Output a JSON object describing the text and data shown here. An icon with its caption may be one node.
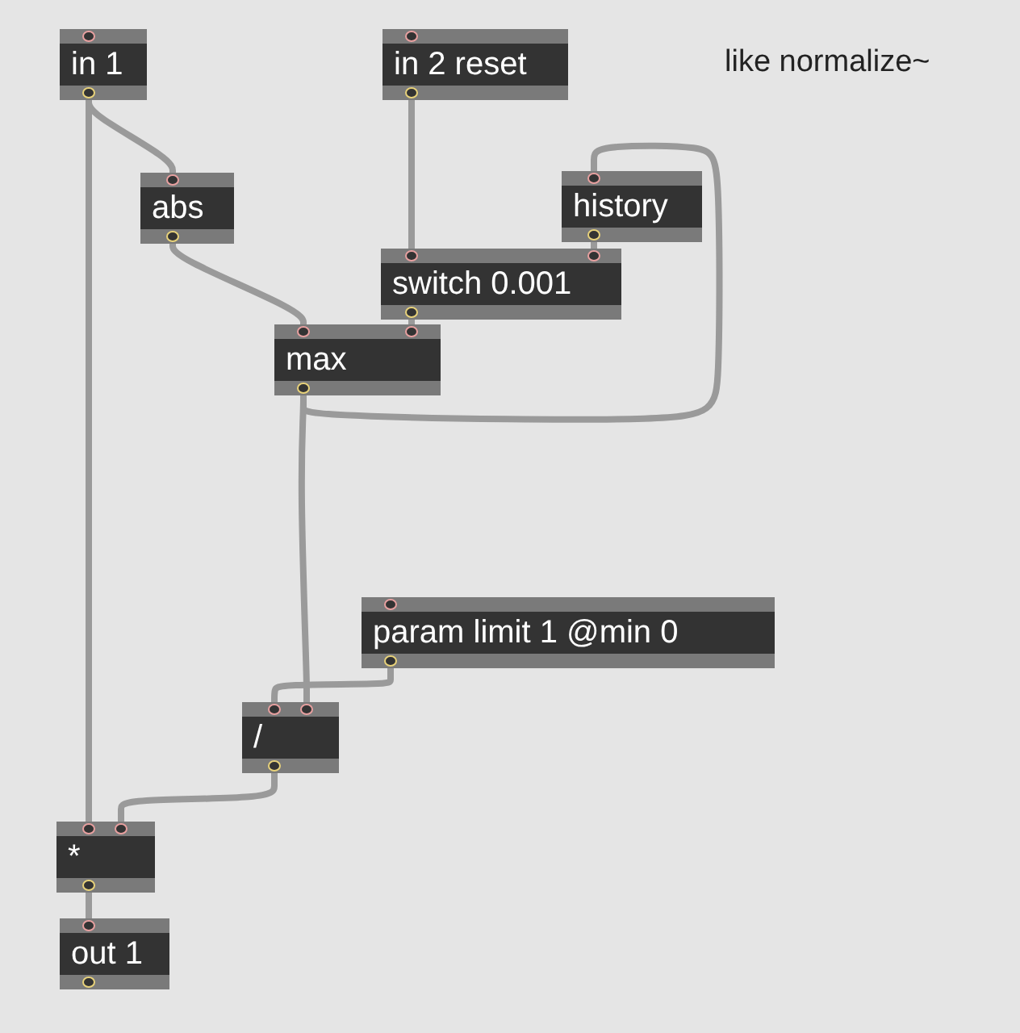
{
  "diagram": {
    "nodes": [
      {
        "text": [
          "in 1"
        ]
      },
      {
        "text": [
          "in 2 reset"
        ]
      },
      {
        "text": [
          "abs"
        ]
      },
      {
        "text": [
          "history"
        ]
      },
      {
        "text": [
          "switch 0.001"
        ]
      },
      {
        "text": [
          "max"
        ]
      },
      {
        "text": [
          "param limit 1 @min 0"
        ]
      },
      {
        "text": [
          "/"
        ]
      },
      {
        "text": [
          "*"
        ]
      },
      {
        "text": [
          "out 1"
        ]
      }
    ],
    "edges": [
      {
        "from": 0,
        "to": 2,
        "arrow": "none"
      },
      {
        "from": 0,
        "to": 8,
        "arrow": "none"
      },
      {
        "from": 1,
        "to": 4,
        "arrow": "none"
      },
      {
        "from": 3,
        "to": 4,
        "arrow": "none"
      },
      {
        "from": 2,
        "to": 5,
        "arrow": "none"
      },
      {
        "from": 4,
        "to": 5,
        "arrow": "none"
      },
      {
        "from": 5,
        "to": 3,
        "arrow": "none"
      },
      {
        "from": 5,
        "to": 7,
        "arrow": "none"
      },
      {
        "from": 6,
        "to": 7,
        "arrow": "none"
      },
      {
        "from": 7,
        "to": 8,
        "arrow": "none"
      },
      {
        "from": 8,
        "to": 9,
        "arrow": "none"
      }
    ],
    "labels": [
      "like normalize~"
    ]
  }
}
